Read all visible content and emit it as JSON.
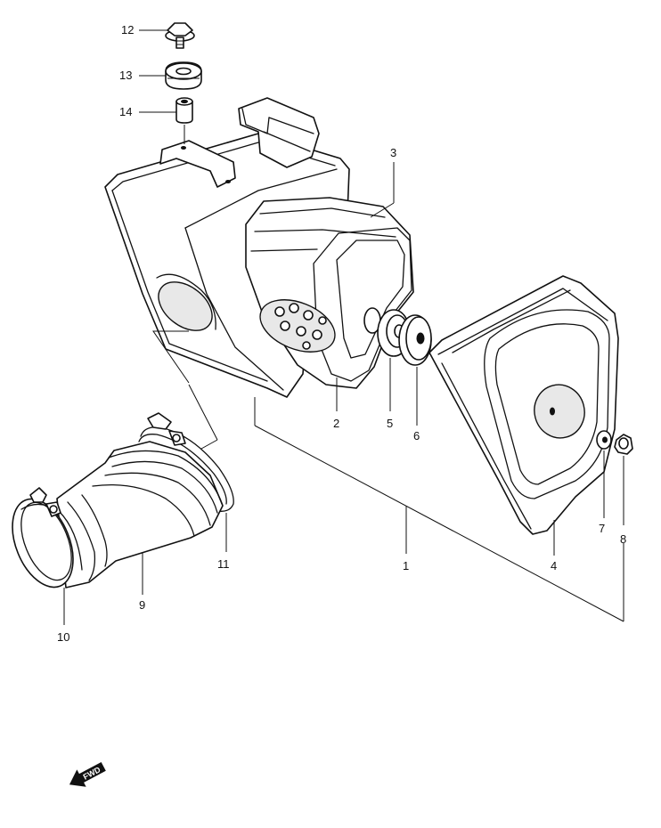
{
  "diagram": {
    "labels": {
      "p1": "1",
      "p2": "2",
      "p3": "3",
      "p4": "4",
      "p5": "5",
      "p6": "6",
      "p7": "7",
      "p8": "8",
      "p9": "9",
      "p10": "10",
      "p11": "11",
      "p12": "12",
      "p13": "13",
      "p14": "14"
    },
    "fwd_label": "FWD",
    "colors": {
      "ink": "#111111",
      "background": "#ffffff"
    }
  }
}
